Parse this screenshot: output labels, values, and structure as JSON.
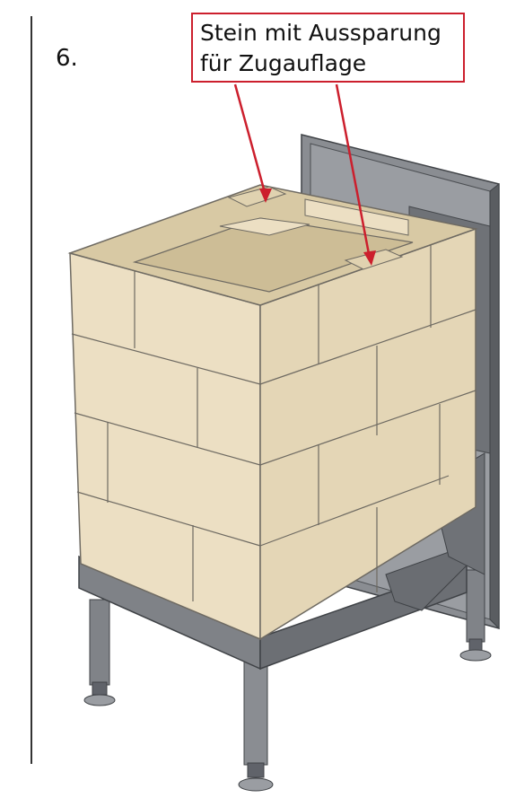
{
  "step": {
    "number": "6."
  },
  "callout": {
    "line1": "Stein mit Aussparung",
    "line2": "für Zugauflage",
    "border_color": "#cc1f2d",
    "arrow_color": "#cc1f2d"
  },
  "colors": {
    "brick": "#ecdfc3",
    "brick_shade": "#dccdaa",
    "mortar": "#6e6a62",
    "steel": "#7c7f84",
    "steel_dark": "#55585d"
  }
}
